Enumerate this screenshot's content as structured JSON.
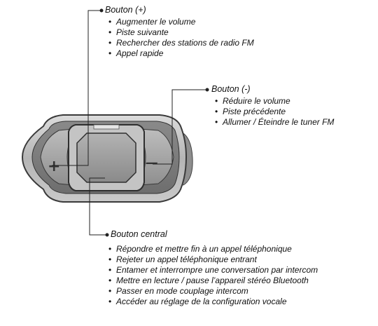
{
  "plus_button": {
    "title": "Bouton (+)",
    "symbol": "+",
    "items": [
      "Augmenter le volume",
      "Piste suivante",
      "Rechercher des stations de radio FM",
      "Appel rapide"
    ]
  },
  "minus_button": {
    "title": "Bouton (-)",
    "symbol": "—",
    "items": [
      "Réduire le volume",
      "Piste précédente",
      "Allumer / Éteindre le tuner FM"
    ]
  },
  "center_button": {
    "title": "Bouton central",
    "items": [
      "Répondre et mettre fin à un appel téléphonique",
      "Rejeter un appel téléphonique entrant",
      "Entamer et interrompre une conversation par intercom",
      "Mettre en lecture / pause l’appareil stéréo Bluetooth",
      "Passer en mode couplage intercom",
      "Accéder au réglage de la configuration vocale"
    ]
  },
  "colors": {
    "device_outer": "#b9b9b9",
    "device_face": "#7d7d7d",
    "button_face": "#a8a8a8",
    "center_button": "#9a9a9a",
    "leader_line": "#222222"
  }
}
